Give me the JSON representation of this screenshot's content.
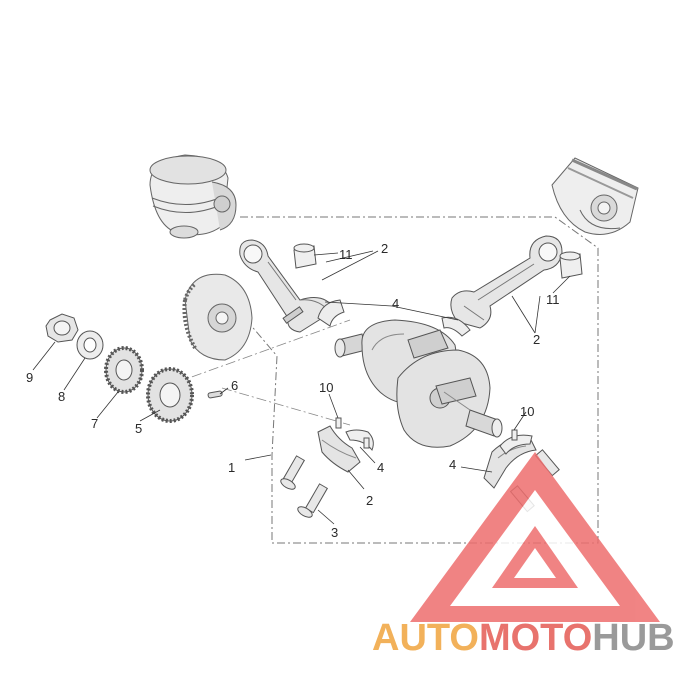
{
  "diagram": {
    "callouts": [
      {
        "id": "c1",
        "label": "1"
      },
      {
        "id": "c2a",
        "label": "2"
      },
      {
        "id": "c2b",
        "label": "2"
      },
      {
        "id": "c2c",
        "label": "2"
      },
      {
        "id": "c3",
        "label": "3"
      },
      {
        "id": "c4a",
        "label": "4"
      },
      {
        "id": "c4b",
        "label": "4"
      },
      {
        "id": "c4c",
        "label": "4"
      },
      {
        "id": "c5",
        "label": "5"
      },
      {
        "id": "c6",
        "label": "6"
      },
      {
        "id": "c7",
        "label": "7"
      },
      {
        "id": "c8",
        "label": "8"
      },
      {
        "id": "c9",
        "label": "9"
      },
      {
        "id": "c10a",
        "label": "10"
      },
      {
        "id": "c10b",
        "label": "10"
      },
      {
        "id": "c11a",
        "label": "11"
      },
      {
        "id": "c11b",
        "label": "11"
      }
    ],
    "watermark": {
      "part1": "AUTO",
      "part2": "MOTO",
      "part3": "HUB",
      "colors": {
        "part1": "#f2b15a",
        "part2": "#e8736d",
        "part3": "#9a9a9a",
        "triangle": "#ee6e6e"
      }
    }
  }
}
